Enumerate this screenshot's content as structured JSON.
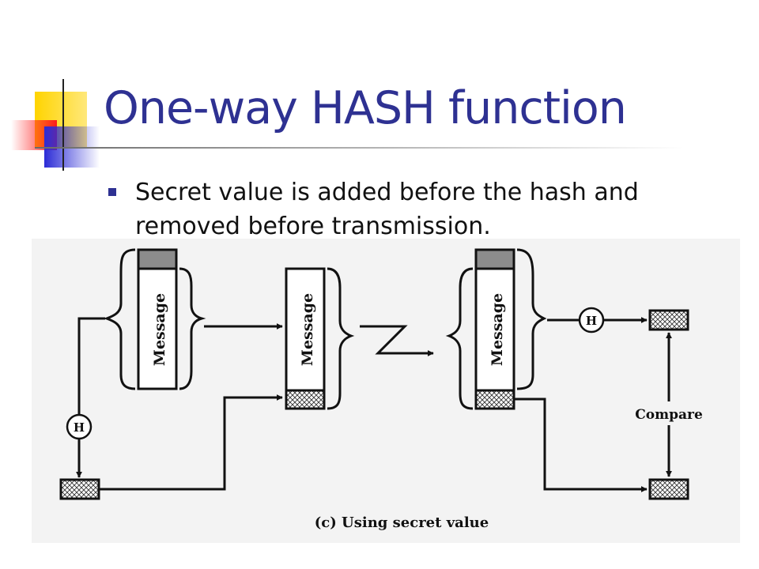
{
  "slide": {
    "title": "One-way HASH function",
    "bullets": [
      "Secret value is added before the hash and removed before transmission."
    ]
  },
  "diagram": {
    "message_label": "Message",
    "hash_label": "H",
    "compare_label": "Compare",
    "caption": "(c) Using secret value"
  },
  "colors": {
    "title": "#2e3192",
    "logo_yellow": "#ffcc00",
    "logo_blue": "#3333cc",
    "logo_red": "#ff3333",
    "secret_block": "#8c8c8c"
  }
}
